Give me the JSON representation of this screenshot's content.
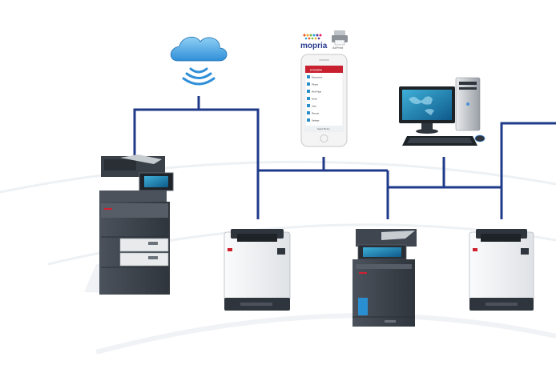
{
  "colors": {
    "network_line": "#1f3a8a",
    "cloud_blue": "#2f8fd8",
    "printer_body": "#3f4650",
    "printer_light": "#eef0f2",
    "kyocera_red": "#d02030",
    "phone_header": "#c8202f",
    "screen_teal": "#1a7fa0"
  },
  "icons": [
    "cloud-wifi-icon",
    "mopria-logo",
    "airprint-icon",
    "smartphone-icon",
    "desktop-computer-icon",
    "multifunction-printer-icon",
    "laser-printer-icon"
  ],
  "logos": {
    "mopria": "mopria",
    "airprint": "AirPrint"
  },
  "phone": {
    "header": "KYOCERA",
    "menu_items": [
      "Documents",
      "Photos",
      "Web Page",
      "Email",
      "Scan",
      "Remote",
      "Settings"
    ],
    "footer": "Select Printer"
  }
}
